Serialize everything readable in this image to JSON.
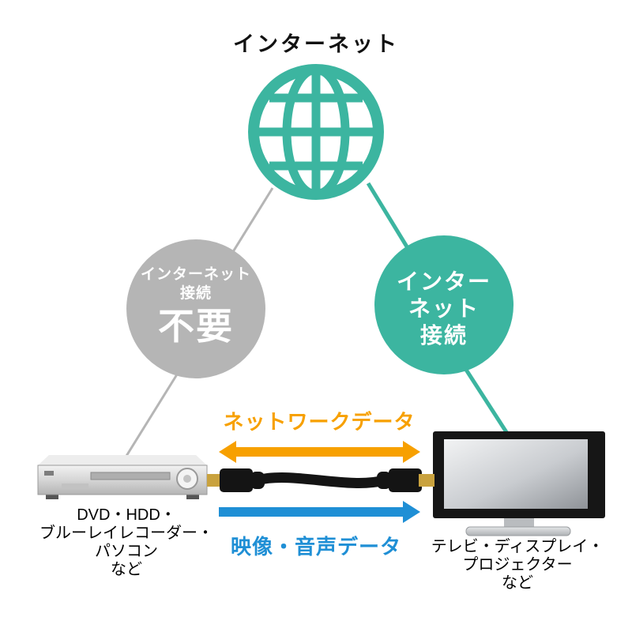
{
  "title": "インターネット",
  "colors": {
    "teal": "#3CB5A0",
    "gray": "#B5B5B5",
    "orange": "#F7A000",
    "blue": "#1F8FD5",
    "cable_black": "#141414",
    "gold": "#C9A23E"
  },
  "no_connection_circle": {
    "line1": "インターネット",
    "line2": "接続",
    "emphasis": "不要"
  },
  "connection_circle": {
    "line1": "インター",
    "line2": "ネット",
    "line3": "接続"
  },
  "network_arrow": {
    "label": "ネットワークデータ"
  },
  "av_arrow": {
    "label": "映像・音声データ"
  },
  "left_device": {
    "caption_lines": [
      "DVD・HDD・",
      "ブルーレイレコーダー・",
      "パソコン",
      "など"
    ]
  },
  "right_device": {
    "caption_lines": [
      "テレビ・ディスプレイ・",
      "プロジェクター",
      "など"
    ]
  }
}
